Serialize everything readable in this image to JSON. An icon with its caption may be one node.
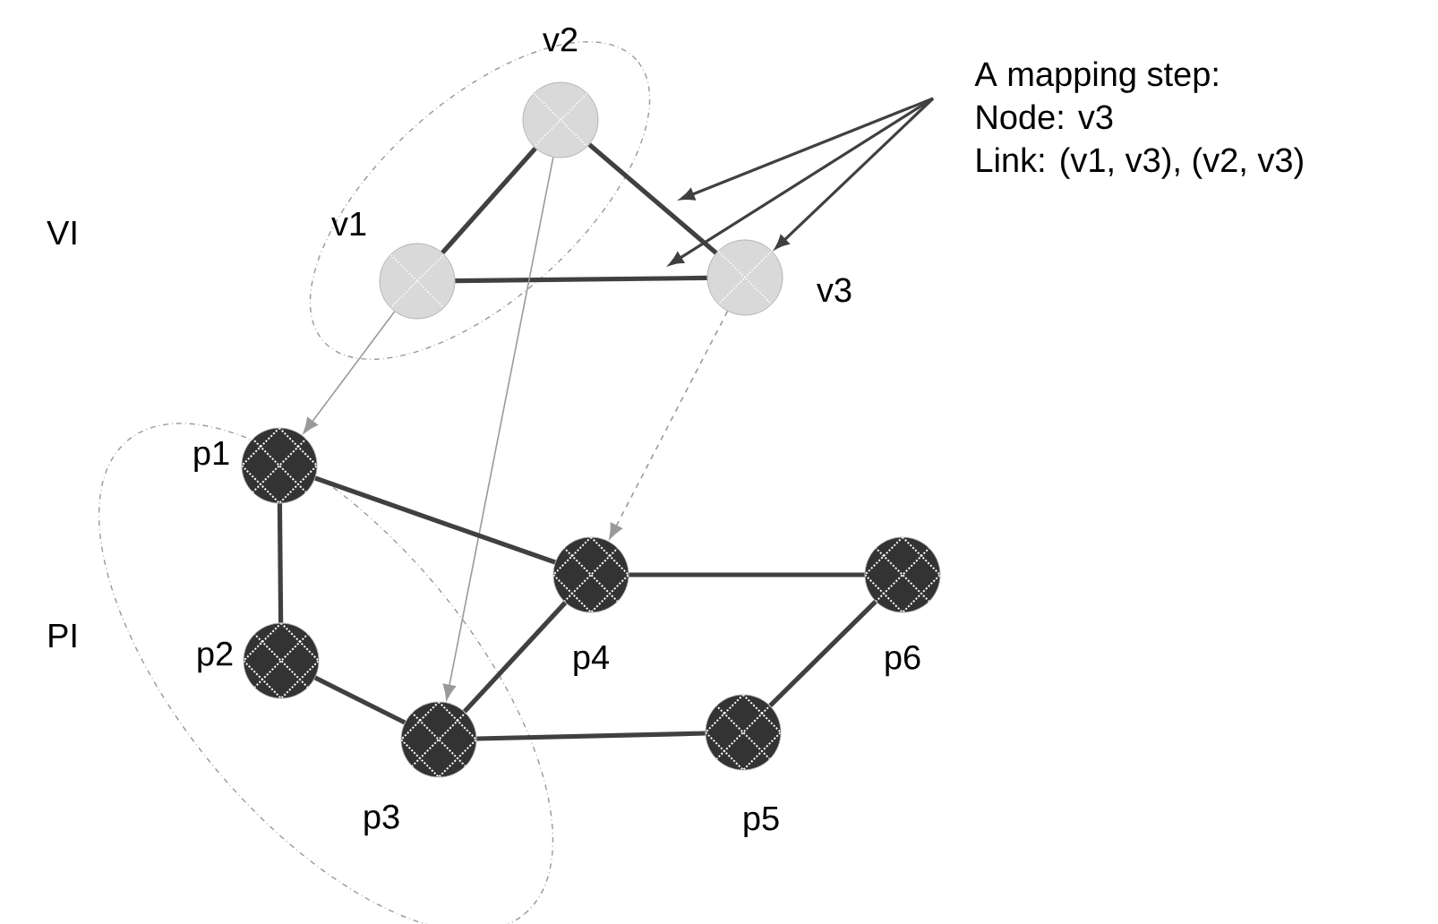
{
  "diagram": {
    "nodes": [
      {
        "text": [],
        "shape": "ellipse"
      },
      {
        "text": [
          "v1"
        ],
        "in": 0
      },
      {
        "text": [
          "v2"
        ],
        "in": 0
      },
      {
        "text": [
          "v3"
        ]
      },
      {
        "text": [],
        "shape": "ellipse"
      },
      {
        "text": [
          "p1"
        ],
        "in": 4
      },
      {
        "text": [
          "p2"
        ],
        "in": 4
      },
      {
        "text": [
          "p3"
        ],
        "in": 4
      },
      {
        "text": [
          "p4"
        ]
      },
      {
        "text": [
          "p5"
        ]
      },
      {
        "text": [
          "p6"
        ]
      },
      {
        "text": [
          "A mapping step:",
          "Node: v3",
          "Link: (v1, v3), (v2, v3)"
        ]
      }
    ],
    "edges": [
      {
        "from": 1,
        "to": 2,
        "arrow": "none"
      },
      {
        "from": 2,
        "to": 3,
        "arrow": "none"
      },
      {
        "from": 1,
        "to": 3,
        "arrow": "none"
      },
      {
        "from": 1,
        "to": 5,
        "arrow": "to",
        "color": "#9a9a9a"
      },
      {
        "from": 2,
        "to": 7,
        "arrow": "to",
        "color": "#9a9a9a"
      },
      {
        "from": 3,
        "to": 8,
        "arrow": "to",
        "style": "dashed",
        "color": "#9a9a9a"
      },
      {
        "from": 5,
        "to": 6,
        "arrow": "none"
      },
      {
        "from": 5,
        "to": 8,
        "arrow": "none"
      },
      {
        "from": 6,
        "to": 7,
        "arrow": "none"
      },
      {
        "from": 7,
        "to": 8,
        "arrow": "none"
      },
      {
        "from": 7,
        "to": 9,
        "arrow": "none"
      },
      {
        "from": 8,
        "to": 10,
        "arrow": "none"
      },
      {
        "from": 9,
        "to": 10,
        "arrow": "none"
      },
      {
        "from": 11,
        "to": null,
        "arrow": "to"
      },
      {
        "from": 11,
        "to": null,
        "arrow": "to"
      },
      {
        "from": 11,
        "to": 3,
        "arrow": "to"
      }
    ],
    "labels": [
      "VI",
      "PI"
    ]
  }
}
